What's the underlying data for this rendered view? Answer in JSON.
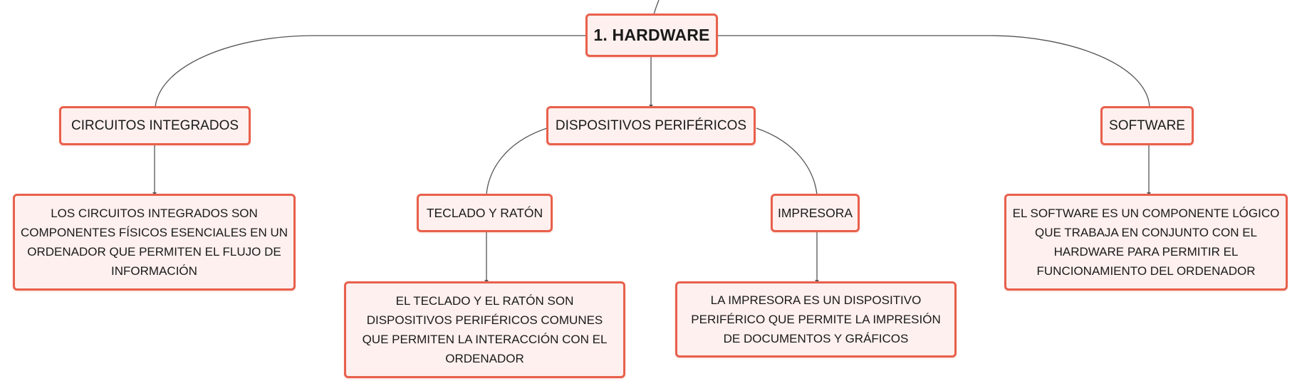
{
  "diagram": {
    "type": "mind-map",
    "colors": {
      "node_border": "#e8604c",
      "node_fill": "#fdf0ee",
      "connector": "#555555",
      "text": "#1a1a1a"
    },
    "root": {
      "label": "1. HARDWARE"
    },
    "topics": {
      "circuitos": {
        "label": "CIRCUITOS INTEGRADOS",
        "description": "LOS CIRCUITOS INTEGRADOS SON COMPONENTES FÍSICOS ESENCIALES EN UN ORDENADOR QUE PERMITEN EL FLUJO DE INFORMACIÓN"
      },
      "perifericos": {
        "label": "DISPOSITIVOS PERIFÉRICOS",
        "children": {
          "teclado": {
            "label": "TECLADO Y RATÓN",
            "description": "EL TECLADO Y EL RATÓN SON DISPOSITIVOS PERIFÉRICOS COMUNES QUE PERMITEN LA INTERACCIÓN CON EL ORDENADOR"
          },
          "impresora": {
            "label": "IMPRESORA",
            "description": "LA IMPRESORA ES UN DISPOSITIVO PERIFÉRICO QUE PERMITE LA IMPRESIÓN DE DOCUMENTOS Y GRÁFICOS"
          }
        }
      },
      "software": {
        "label": "SOFTWARE",
        "description": "EL SOFTWARE ES UN COMPONENTE LÓGICO QUE TRABAJA EN CONJUNTO CON EL HARDWARE PARA PERMITIR EL FUNCIONAMIENTO DEL ORDENADOR"
      }
    }
  }
}
